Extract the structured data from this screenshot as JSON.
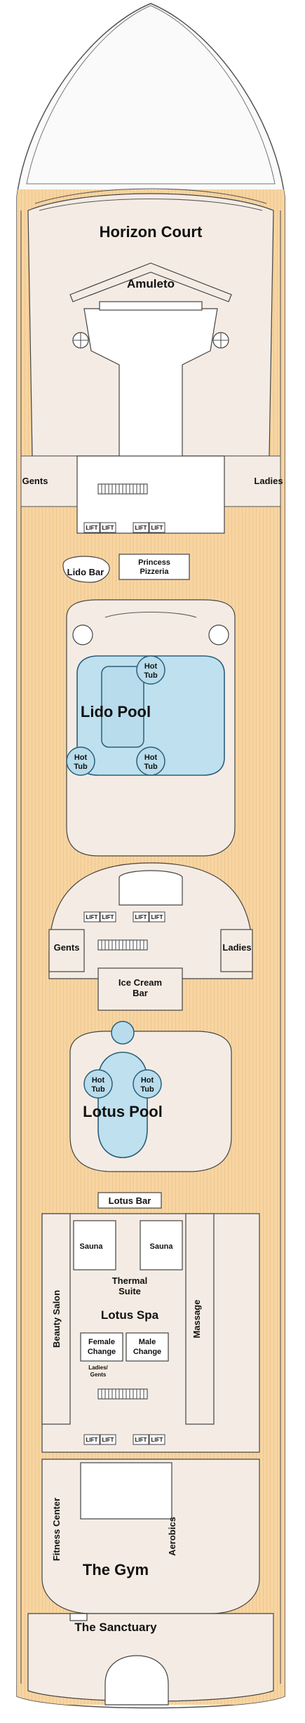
{
  "deck_labels": {
    "horizon_court": "Horizon Court",
    "amuleto": "Amuleto",
    "gents_fwd": "Gents",
    "ladies_fwd": "Ladies",
    "lift": "LIFT",
    "lido_bar": "Lido Bar",
    "princess_pizzeria_1": "Princess",
    "princess_pizzeria_2": "Pizzeria",
    "hot_tub_1": "Hot",
    "hot_tub_2": "Tub",
    "lido_pool": "Lido Pool",
    "gents_mid": "Gents",
    "ladies_mid": "Ladies",
    "ice_cream_1": "Ice Cream",
    "ice_cream_2": "Bar",
    "lotus_pool": "Lotus Pool",
    "lotus_bar": "Lotus Bar",
    "sauna": "Sauna",
    "thermal_suite_1": "Thermal",
    "thermal_suite_2": "Suite",
    "lotus_spa": "Lotus Spa",
    "beauty_salon": "Beauty Salon",
    "massage": "Massage",
    "female_change_1": "Female",
    "female_change_2": "Change",
    "male_change_1": "Male",
    "male_change_2": "Change",
    "ladies_gents_1": "Ladies/",
    "ladies_gents_2": "Gents",
    "fitness_center": "Fitness Center",
    "aerobics": "Aerobics",
    "the_gym": "The Gym",
    "the_sanctuary": "The Sanctuary"
  },
  "colors": {
    "deck_wood": "#f7d5a2",
    "deck_plank": "#e8b878",
    "interior": "#f4ece4",
    "hull_outline": "#555555",
    "water": "#bfe0ee",
    "water_edge": "#2a5e7a"
  }
}
